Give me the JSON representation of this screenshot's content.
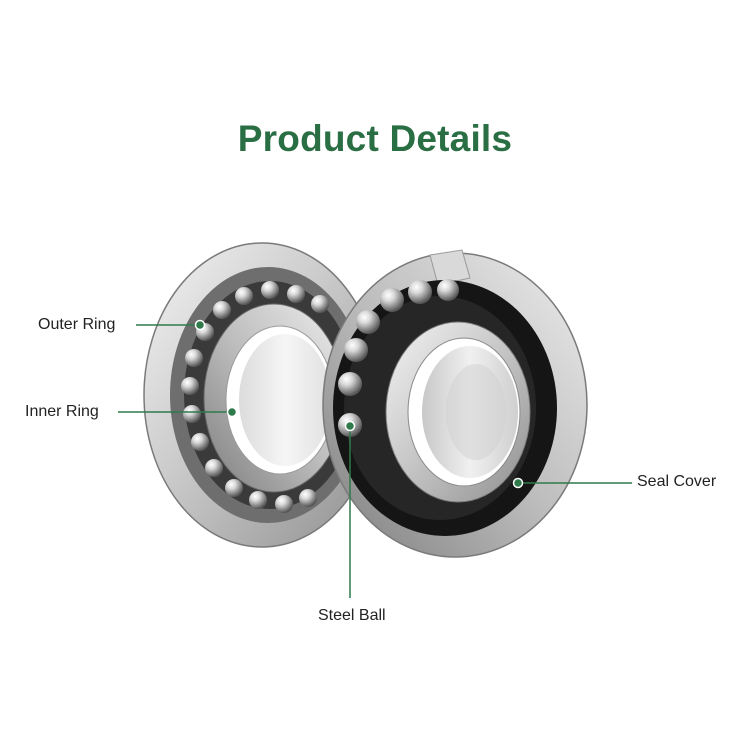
{
  "title": "Product Details",
  "colors": {
    "accent": "#2a6e44",
    "line": "#2f7a4a"
  },
  "callouts": {
    "outer_ring": "Outer Ring",
    "inner_ring": "Inner Ring",
    "steel_ball": "Steel Ball",
    "seal_cover": "Seal Cover"
  }
}
